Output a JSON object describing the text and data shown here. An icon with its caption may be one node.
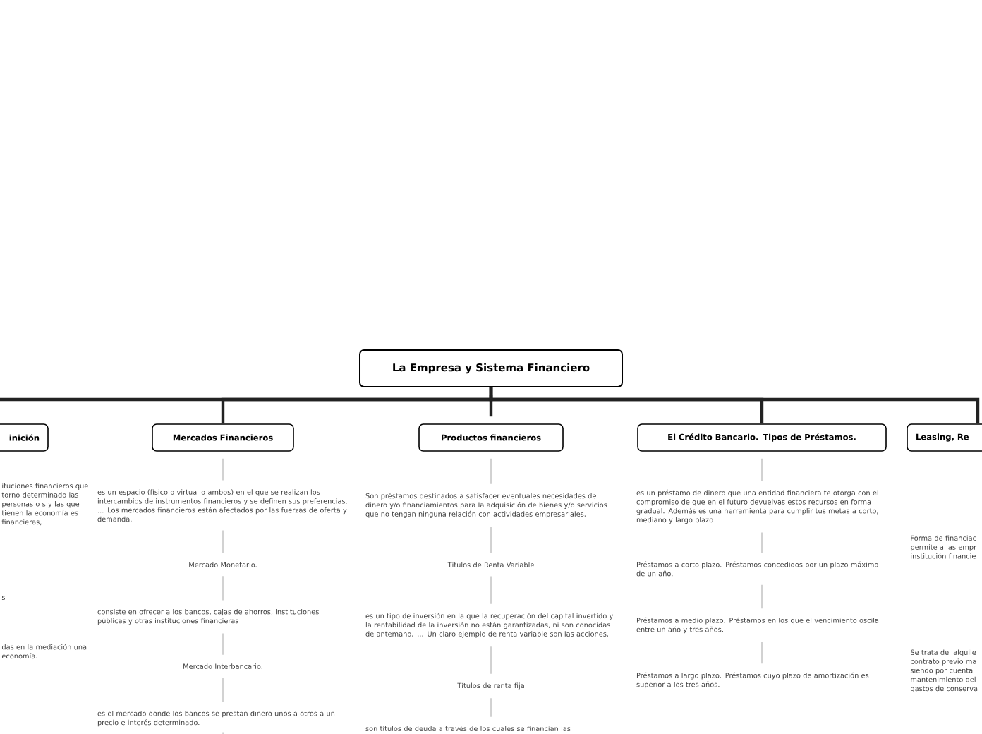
{
  "diagram": {
    "nodes": [
      {
        "text": [
          "La Empresa y Sistema Financiero"
        ]
      },
      {
        "text": [
          "inición"
        ]
      },
      {
        "text": [
          "Mercados Financieros"
        ]
      },
      {
        "text": [
          "es un espacio (físico o virtual o ambos) en el que se realizan los intercambios de instrumentos financieros y se definen sus preferencias. ... Los mercados financieros están afectados por las fuerzas de oferta y demanda."
        ]
      },
      {
        "text": [
          "Mercado Monetario."
        ]
      },
      {
        "text": [
          "consiste en ofrecer a los bancos, cajas de ahorros, instituciones públicas y otras instituciones financieras"
        ]
      },
      {
        "text": [
          "Mercado Interbancario."
        ]
      },
      {
        "text": [
          "es el mercado donde los bancos se prestan dinero unos a otros a un precio e interés determinado."
        ]
      },
      {
        "text": [
          "Productos financieros"
        ]
      },
      {
        "text": [
          "Son préstamos destinados a satisfacer eventuales necesidades de dinero y/o financiamientos para la adquisición de bienes y/o servicios que no tengan ninguna relación con actividades empresariales."
        ]
      },
      {
        "text": [
          "Títulos de Renta Variable"
        ]
      },
      {
        "text": [
          "es un tipo de inversión en la que la recuperación del capital invertido y la rentabilidad de la inversión no están garantizadas, ni son conocidas de antemano. ... Un claro ejemplo de renta variable son las acciones."
        ]
      },
      {
        "text": [
          "Títulos de renta fija"
        ]
      },
      {
        "text": [
          "son títulos de deuda a través de los cuales se financian las"
        ]
      },
      {
        "text": [
          "El Crédito Bancario. Tipos de Préstamos."
        ]
      },
      {
        "text": [
          "es un préstamo de dinero que una entidad financiera te otorga con el compromiso de que en el futuro devuelvas estos recursos en forma gradual. Además es una herramienta para cumplir tus metas a corto, mediano y largo plazo."
        ]
      },
      {
        "text": [
          "Préstamos a corto plazo. Préstamos concedidos por un plazo máximo de un año."
        ]
      },
      {
        "text": [
          "Préstamos a medio plazo. Préstamos en los que el vencimiento oscila entre un año y tres años."
        ]
      },
      {
        "text": [
          "Préstamos a largo plazo. Préstamos cuyo plazo de amortización es superior a los tres años."
        ]
      },
      {
        "text": [
          "Leasing, Re"
        ]
      }
    ],
    "edges": [
      {
        "from": 0,
        "to": 1,
        "arrow": "none",
        "style": "thick",
        "color": "#222222"
      },
      {
        "from": 0,
        "to": 2,
        "arrow": "none",
        "style": "thick",
        "color": "#222222"
      },
      {
        "from": 0,
        "to": 8,
        "arrow": "none",
        "style": "thick",
        "color": "#222222"
      },
      {
        "from": 0,
        "to": 14,
        "arrow": "none",
        "style": "thick",
        "color": "#222222"
      },
      {
        "from": 0,
        "to": 19,
        "arrow": "none",
        "style": "thick",
        "color": "#222222"
      },
      {
        "from": 2,
        "to": 3,
        "arrow": "none"
      },
      {
        "from": 3,
        "to": 4,
        "arrow": "none"
      },
      {
        "from": 4,
        "to": 5,
        "arrow": "none"
      },
      {
        "from": 5,
        "to": 6,
        "arrow": "none"
      },
      {
        "from": 6,
        "to": 7,
        "arrow": "none"
      },
      {
        "from": 7,
        "to": null,
        "arrow": "none"
      },
      {
        "from": 8,
        "to": 9,
        "arrow": "none"
      },
      {
        "from": 9,
        "to": 10,
        "arrow": "none"
      },
      {
        "from": 10,
        "to": 11,
        "arrow": "none"
      },
      {
        "from": 11,
        "to": 12,
        "arrow": "none"
      },
      {
        "from": 12,
        "to": 13,
        "arrow": "none"
      },
      {
        "from": 14,
        "to": 15,
        "arrow": "none"
      },
      {
        "from": 15,
        "to": 16,
        "arrow": "none"
      },
      {
        "from": 16,
        "to": 17,
        "arrow": "none"
      },
      {
        "from": 17,
        "to": 18,
        "arrow": "none"
      }
    ],
    "labels": [
      "ituciones financieros que torno determinado las personas o s y las que tienen la economía es financieras,",
      "s",
      "das en la mediación una economía.",
      "Forma de financiac permite a las empr institución financie",
      "Se trata del alquile contrato previo ma siendo por cuenta mantenimiento del gastos de conserva"
    ]
  }
}
